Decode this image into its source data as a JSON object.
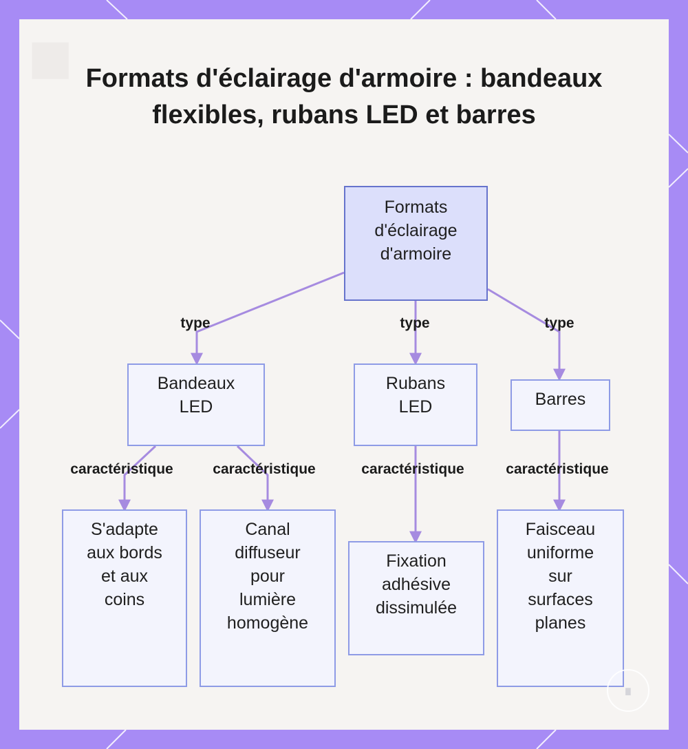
{
  "title": "Formats d'éclairage d'armoire : bandeaux flexibles, rubans LED et barres",
  "colors": {
    "frame": "#a78bf5",
    "panel": "#f6f4f2",
    "node_border": "#8e9be6",
    "node_fill": "#f3f4fd",
    "root_fill": "#dcdffb",
    "edge": "#a68be0"
  },
  "root": {
    "label": "Formats d'éclairage d'armoire"
  },
  "categories": [
    {
      "label": "Bandeaux LED",
      "edge_label": "type"
    },
    {
      "label": "Rubans LED",
      "edge_label": "type"
    },
    {
      "label": "Barres",
      "edge_label": "type"
    }
  ],
  "features": [
    {
      "label": "S'adapte aux bords et aux coins",
      "edge_label": "caractéristique"
    },
    {
      "label": "Canal diffuseur pour lumière homogène",
      "edge_label": "caractéristique"
    },
    {
      "label": "Fixation adhésive dissimulée",
      "edge_label": "caractéristique"
    },
    {
      "label": "Faisceau uniforme sur surfaces planes",
      "edge_label": "caractéristique"
    }
  ],
  "logo_icon": "brand-circle-icon"
}
